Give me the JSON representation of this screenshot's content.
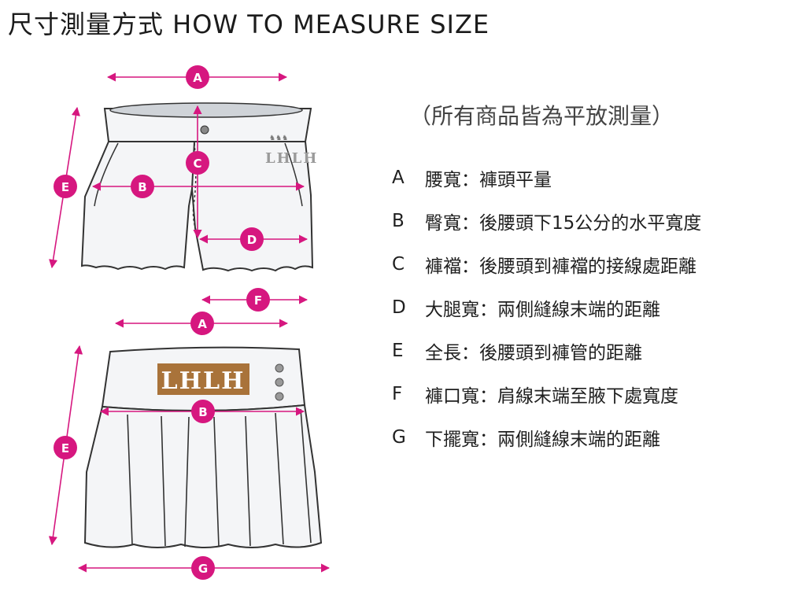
{
  "title": "尺寸測量方式 HOW TO MEASURE SIZE",
  "note": "（所有商品皆為平放測量）",
  "brand": "LHLH",
  "labels": {
    "A": "A",
    "B": "B",
    "C": "C",
    "D": "D",
    "E": "E",
    "F": "F",
    "G": "G"
  },
  "legend": [
    {
      "letter": "A",
      "text": "腰寬：褲頭平量"
    },
    {
      "letter": "B",
      "text": "臀寬：後腰頭下15公分的水平寬度"
    },
    {
      "letter": "C",
      "text": "褲襠：後腰頭到褲襠的接線處距離"
    },
    {
      "letter": "D",
      "text": "大腿寬：兩側縫線末端的距離"
    },
    {
      "letter": "E",
      "text": "全長：後腰頭到褲管的距離"
    },
    {
      "letter": "F",
      "text": "褲口寬：肩線末端至腋下處寬度"
    },
    {
      "letter": "G",
      "text": "下擺寬：兩側縫線末端的距離"
    }
  ],
  "colors": {
    "accent": "#d6177f",
    "garment": "#f4f5f7",
    "outline": "#333333",
    "brand_bg": "#a9733a"
  }
}
